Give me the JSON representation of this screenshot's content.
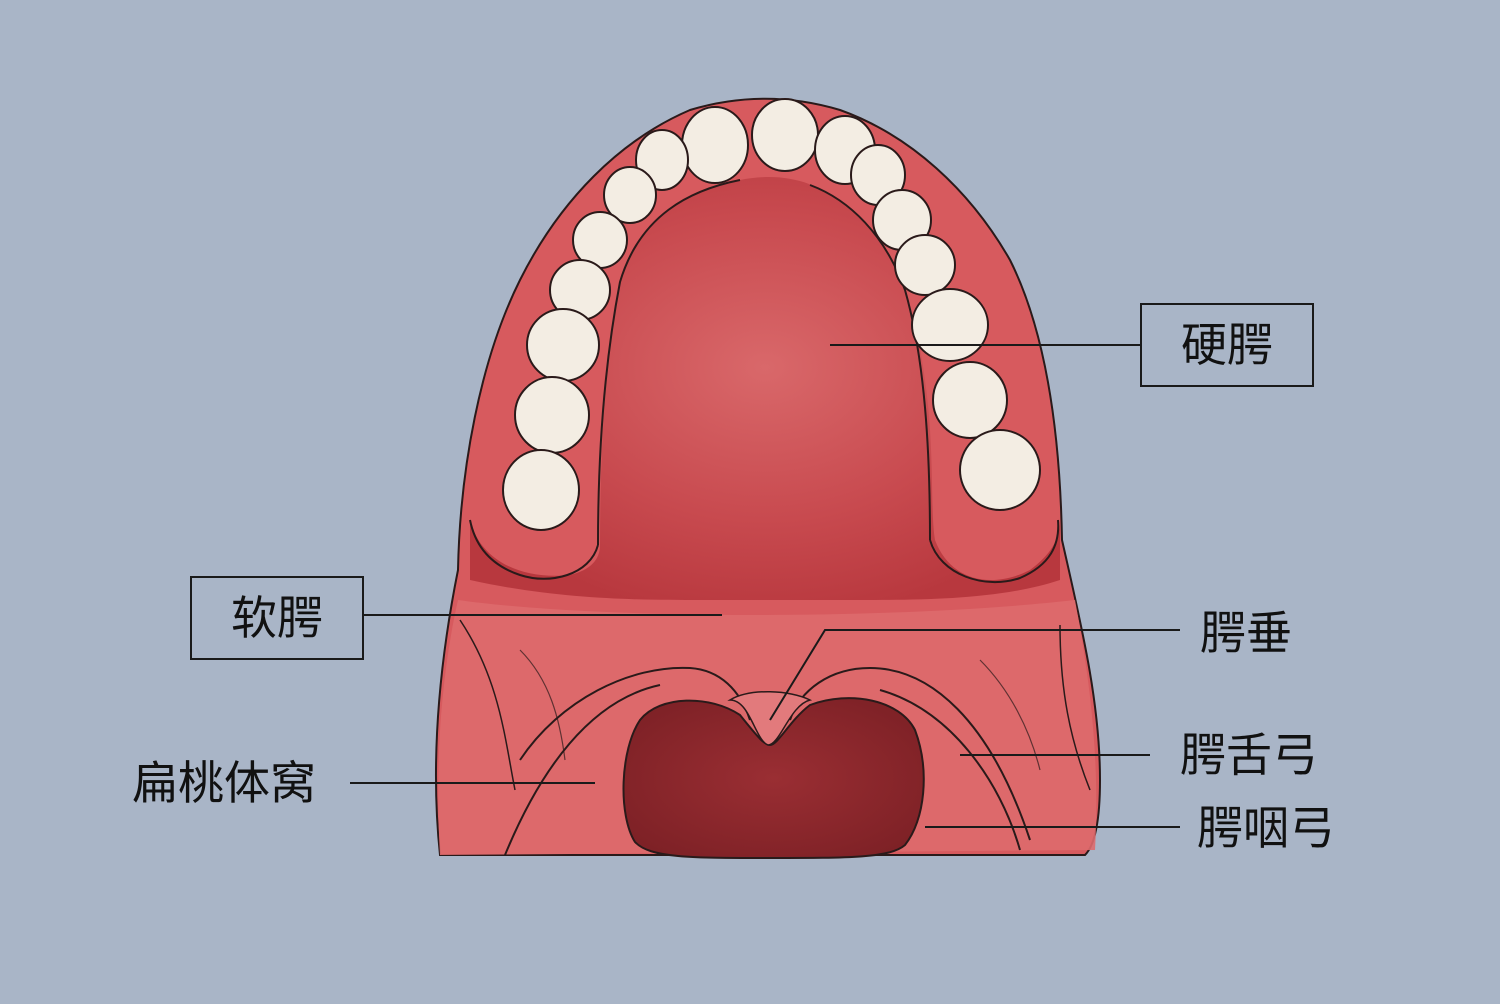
{
  "diagram": {
    "labels": {
      "hard_palate": "硬腭",
      "soft_palate": "软腭",
      "uvula": "腭垂",
      "palatoglossal_arch": "腭舌弓",
      "tonsillar_fossa": "扁桃体窝",
      "palatopharyngeal_arch": "腭咽弓"
    },
    "colors": {
      "background": "#a9b5c7",
      "tissue": "#d9575b",
      "tissue_dark": "#b83a3f",
      "throat": "#8e2a2f",
      "tooth": "#f3ede3",
      "line": "#1a1a1a"
    }
  }
}
